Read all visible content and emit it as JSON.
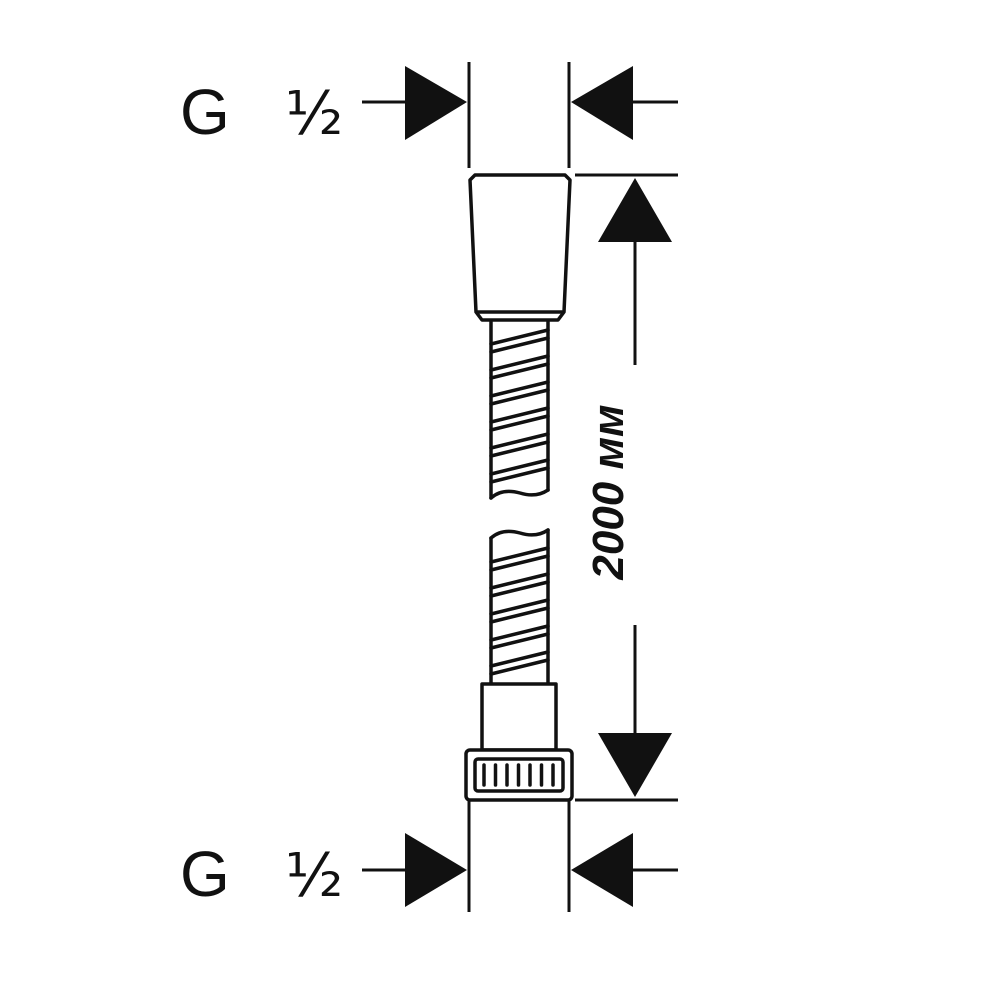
{
  "drawing": {
    "top_connection": {
      "thread_letter": "G",
      "thread_size": "½"
    },
    "bottom_connection": {
      "thread_letter": "G",
      "thread_size": "½"
    },
    "length_dimension": {
      "label": "2000 мм"
    },
    "colors": {
      "line": "#111111",
      "background": "#ffffff"
    }
  }
}
